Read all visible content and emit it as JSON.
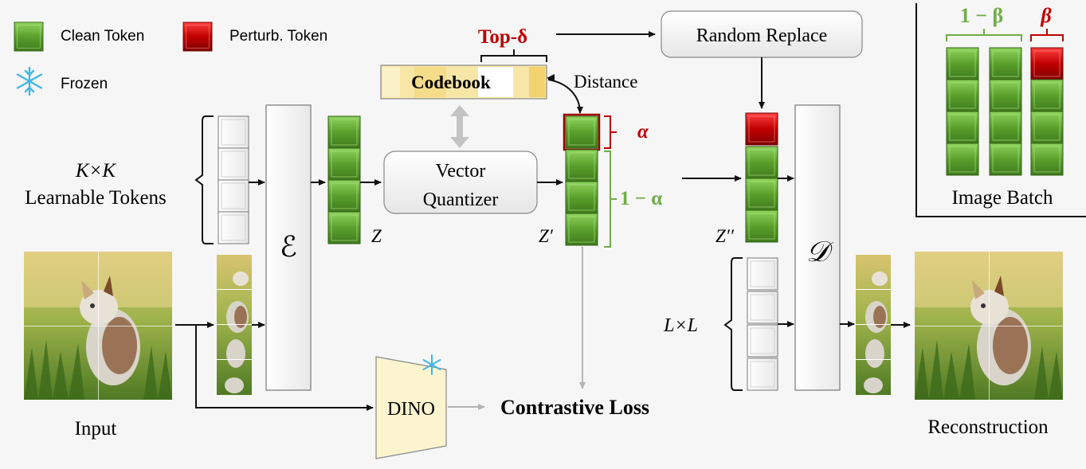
{
  "legend": {
    "clean_label": "Clean Token",
    "perturb_label": "Perturb. Token",
    "frozen_label": "Frozen"
  },
  "labels": {
    "top_delta": "Top-δ",
    "codebook": "Codebook",
    "distance": "Distance",
    "random_replace": "Random Replace",
    "kxk": "K×K",
    "learnable_tokens": "Learnable Tokens",
    "encoder": "ℰ",
    "z": "Z",
    "vector_quantizer_line1": "Vector",
    "vector_quantizer_line2": "Quantizer",
    "z_prime": "Z′",
    "alpha": "α",
    "one_minus_alpha": "1 − α",
    "z_double_prime": "Z′′",
    "decoder": "𝒟",
    "lxl": "L×L",
    "dino": "DINO",
    "contrastive_loss": "Contrastive Loss",
    "input": "Input",
    "reconstruction": "Reconstruction"
  },
  "image_batch": {
    "one_minus_beta": "1 − β",
    "beta": "β",
    "caption": "Image Batch"
  },
  "colors": {
    "clean_token": "#5aa02c",
    "perturb_token": "#c00000",
    "accent_red": "#c00000",
    "accent_green": "#70ad47",
    "dino_fill": "#fbf4cf",
    "codebook_fill": "#f7e6a6"
  },
  "icons": {
    "frozen": "snowflake-icon"
  }
}
